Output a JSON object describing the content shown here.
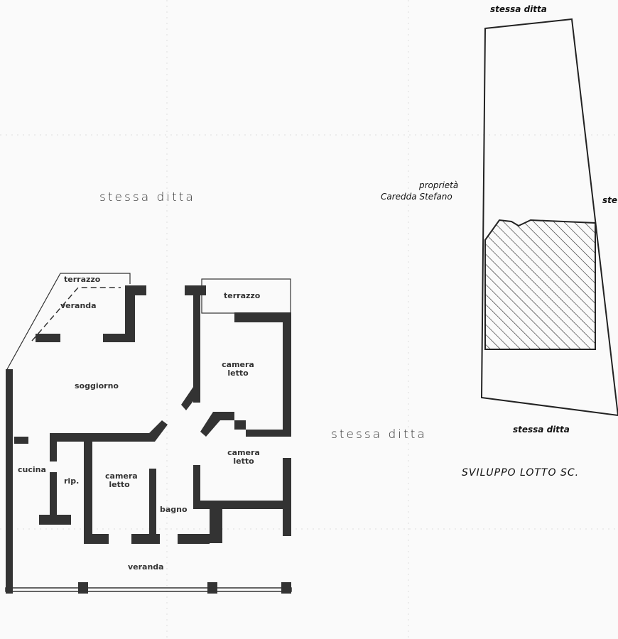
{
  "drawing": {
    "neighbor_top_left": "stessa ditta",
    "neighbor_right_of_plan": "stessa ditta",
    "rooms": {
      "terrazzo_top": "terrazzo",
      "veranda_top": "veranda",
      "terrazzo_right": "terrazzo",
      "soggiorno": "soggiorno",
      "camera_top": "camera letto",
      "camera_right": "camera letto",
      "camera_mid": "camera letto",
      "cucina": "cucina",
      "rip": "rip.",
      "bagno": "bagno",
      "veranda_bottom": "veranda"
    }
  },
  "lot": {
    "top_label": "stessa ditta",
    "left_label_line1": "proprietà",
    "left_label_line2": "Caredda Stefano",
    "right_label": "ste",
    "bottom_label": "stessa ditta",
    "caption": "SVILUPPO LOTTO SC."
  },
  "colors": {
    "ink": "#2a2a2a",
    "paper": "#fafafa"
  }
}
